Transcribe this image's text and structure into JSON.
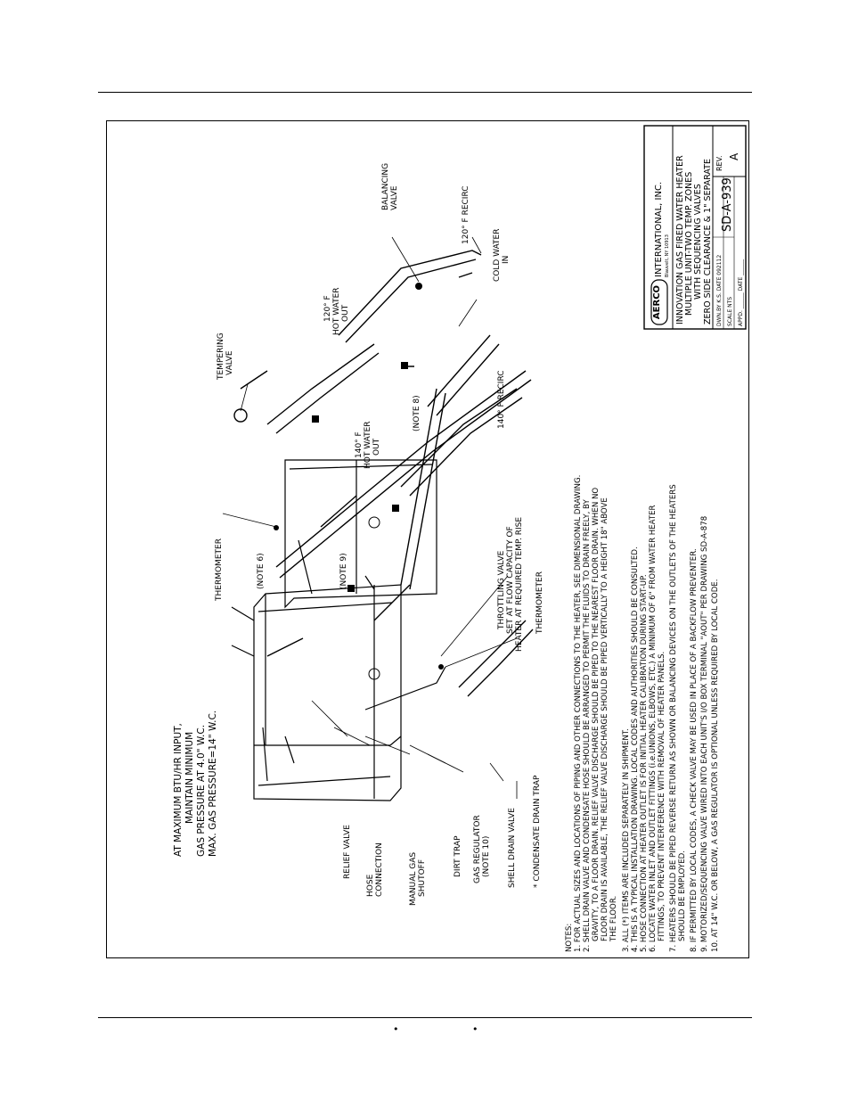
{
  "title_block": {
    "company": "INTERNATIONAL, INC.",
    "city": "Blauvelt, NY 10913",
    "desc": [
      "INNOVATION GAS FIRED WATER HEATER",
      "MULTIPLE UNIT-TWO TEMP. ZONES",
      "WITH SEQUENCING VALVES",
      "ZERO SIDE CLEARANCE & 1\" SEPARATE"
    ],
    "drawn_by": "DWN.BY K.S. DATE 092112",
    "scale": "SCALE NTS",
    "approved": "APPD. ______ DATE ______",
    "dwg_no": "SD-A-939",
    "rev_label": "REV.",
    "rev": "A"
  },
  "gas_note": [
    "AT MAXIMUM BTU/HR INPUT,",
    "MAINTAIN MINIMUM",
    "GAS PRESSURE AT 4.0\" W.C.",
    "MAX. GAS PRESSURE=14\" W.C."
  ],
  "callouts": {
    "balancing_valve": [
      "BALANCING",
      "VALVE"
    ],
    "recirc_120": "120° F  RECIRC",
    "cold_water": [
      "COLD WATER",
      "IN"
    ],
    "tempering_valve": [
      "TEMPERING",
      "VALVE"
    ],
    "hot_120": [
      "120° F",
      "HOT WATER",
      "OUT"
    ],
    "note8": "(NOTE 8)",
    "recirc_140": "140° F  RECIRC",
    "hot_140": [
      "140° F",
      "HOT WATER",
      "OUT"
    ],
    "thermometer_top": "THERMOMETER",
    "note6": "(NOTE 6)",
    "note9": "(NOTE 9)",
    "throttling": [
      "THROTTLING VALVE",
      "SET AT FLOW CAPACITY OF",
      "HEATER AT REQUIRED TEMP. RISE"
    ],
    "thermometer_bottom": "THERMOMETER",
    "relief_valve": "RELIEF VALVE",
    "hose_connection": [
      "HOSE",
      "CONNECTION"
    ],
    "manual_gas": [
      "MANUAL GAS",
      "SHUTOFF"
    ],
    "dirt_trap": "DIRT TRAP",
    "gas_regulator": [
      "GAS REGULATOR",
      "(NOTE 10)"
    ],
    "shell_drain": "SHELL DRAIN VALVE",
    "condensate": "* CONDENSATE DRAIN TRAP"
  },
  "notes": [
    "NOTES:",
    "1. FOR ACTUAL SIZES AND LOCATIONS OF PIPING AND OTHER CONNECTIONS TO THE HEATER, SEE DIMENSIONAL DRAWING.",
    "2. SHELL DRAIN VALVE AND CONDENSATE HOSE SHOULD BE ARRANGED TO PERMIT THE FLUIDS TO DRAIN FREELY, BY",
    "GRAVITY, TO A FLOOR DRAIN. RELIEF VALVE DISCHARGE SHOULD BE PIPED TO THE NEAREST FLOOR DRAIN. WHEN NO",
    "FLOOR DRAIN IS AVAILABLE, THE RELIEF VALVE DISCHARGE SHOULD BE PIPED VERTICALLY TO A HEIGHT 18\" ABOVE",
    "THE FLOOR.",
    "3. ALL (*) ITEMS ARE INCLUDED SEPARATELY IN SHIPMENT.",
    "4. THIS IS A TYPICAL INSTALLATION DRAWING. LOCAL CODES AND AUTHORITIES SHOULD BE CONSULTED.",
    "5. HOSE CONNECTION AT HEATER OUTLET IS FOR INITIAL HEATER CALIBRATION DURING START-UP.",
    "6. LOCATE WATER INLET AND OUTLET FITTINGS (i.e.UNIONS, ELBOWS, ETC.) A MINIMUM OF 6\" FROM WATER HEATER",
    "FITTINGS, TO PREVENT INTERFERENCE WITH REMOVAL OF HEATER PANELS.",
    "7. HEATERS SHOULD BE PIPED REVERSE RETURN AS SHOWN OR BALANCING DEVICES ON THE OUTLETS OF THE HEATERS",
    "SHOULD BE EMPLOYED.",
    "8. IF PERMITTED BY LOCAL CODES, A CHECK VALVE MAY BE USED IN PLACE OF A BACKFLOW PREVENTER.",
    "9. MOTORIZED/SEQUENCING VALVE WIRED INTO EACH UNIT'S I/O BOX TERMINAL \"AOUT\" PER DRAWING SD-A-878",
    "10. AT 14\" W.C. OR BELOW, A GAS REGULATOR IS OPTIONAL UNLESS REQUIRED BY LOCAL CODE."
  ],
  "footer": {
    "bullet1": "•",
    "bullet2": "•"
  }
}
